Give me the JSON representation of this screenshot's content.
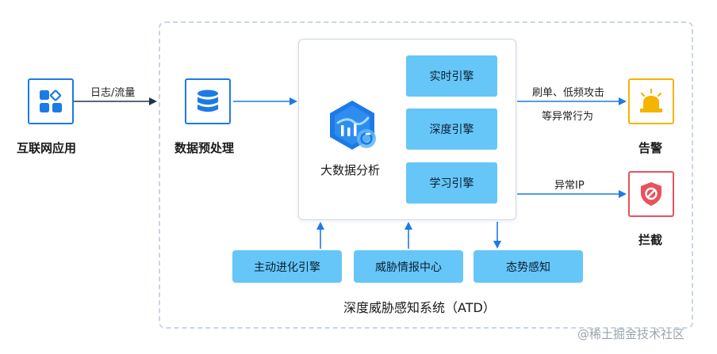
{
  "nodes": {
    "internet_app": {
      "label": "互联网应用"
    },
    "preprocessing": {
      "label": "数据预处理"
    },
    "big_data": {
      "label": "大数据分析"
    },
    "alert": {
      "label": "告警"
    },
    "block": {
      "label": "拦截"
    }
  },
  "edges": {
    "log_traffic": "日志/流量",
    "attack_line1": "刷单、低频攻击",
    "attack_line2": "等异常行为",
    "abnormal_ip": "异常IP"
  },
  "engines": [
    "实时引擎",
    "深度引擎",
    "学习引擎"
  ],
  "bottom_modules": [
    "主动进化引擎",
    "威胁情报中心",
    "态势感知"
  ],
  "system_title": "深度威胁感知系统（ATD）",
  "watermark": "@稀土掘金技术社区",
  "colors": {
    "accent": "#1c7ae6",
    "engine_fill": "#66c6f7",
    "alert": "#f5b400",
    "block": "#e8525b"
  }
}
